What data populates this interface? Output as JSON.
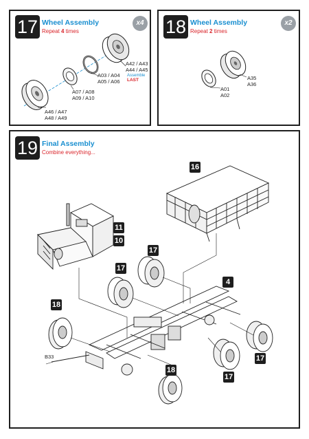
{
  "step17": {
    "number": "17",
    "title": "Wheel Assembly",
    "repeat_prefix": "Repeat ",
    "repeat_count": "4",
    "repeat_suffix": " times",
    "badge": "x4",
    "labels": {
      "a42": "A42 / A43",
      "a44": "A44 / A45",
      "assemble": "Assemble",
      "last": "LAST",
      "a03": "A03 / A04",
      "a05": "A05 / A06",
      "a07": "A07 / A08",
      "a09": "A09 / A10",
      "a46": "A46 / A47",
      "a48": "A48 / A49"
    }
  },
  "step18": {
    "number": "18",
    "title": "Wheel Assembly",
    "repeat_prefix": "Repeat ",
    "repeat_count": "2",
    "repeat_suffix": " times",
    "badge": "x2",
    "labels": {
      "a35": "A35",
      "a36": "A36",
      "a01": "A01",
      "a02": "A02"
    }
  },
  "step19": {
    "number": "19",
    "title": "Final Assembly",
    "subtitle": "Combine everything...",
    "tags": {
      "t16": "16",
      "t11": "11",
      "t10": "10",
      "t17a": "17",
      "t17b": "17",
      "t4": "4",
      "t18a": "18",
      "t18b": "18",
      "t17c": "17",
      "t17d": "17"
    },
    "part_label": "B33"
  },
  "colors": {
    "frame": "#1e1e1e",
    "title_blue": "#1a8fd0",
    "accent_red": "#d9242a",
    "badge_grey": "#9aa0a6"
  }
}
